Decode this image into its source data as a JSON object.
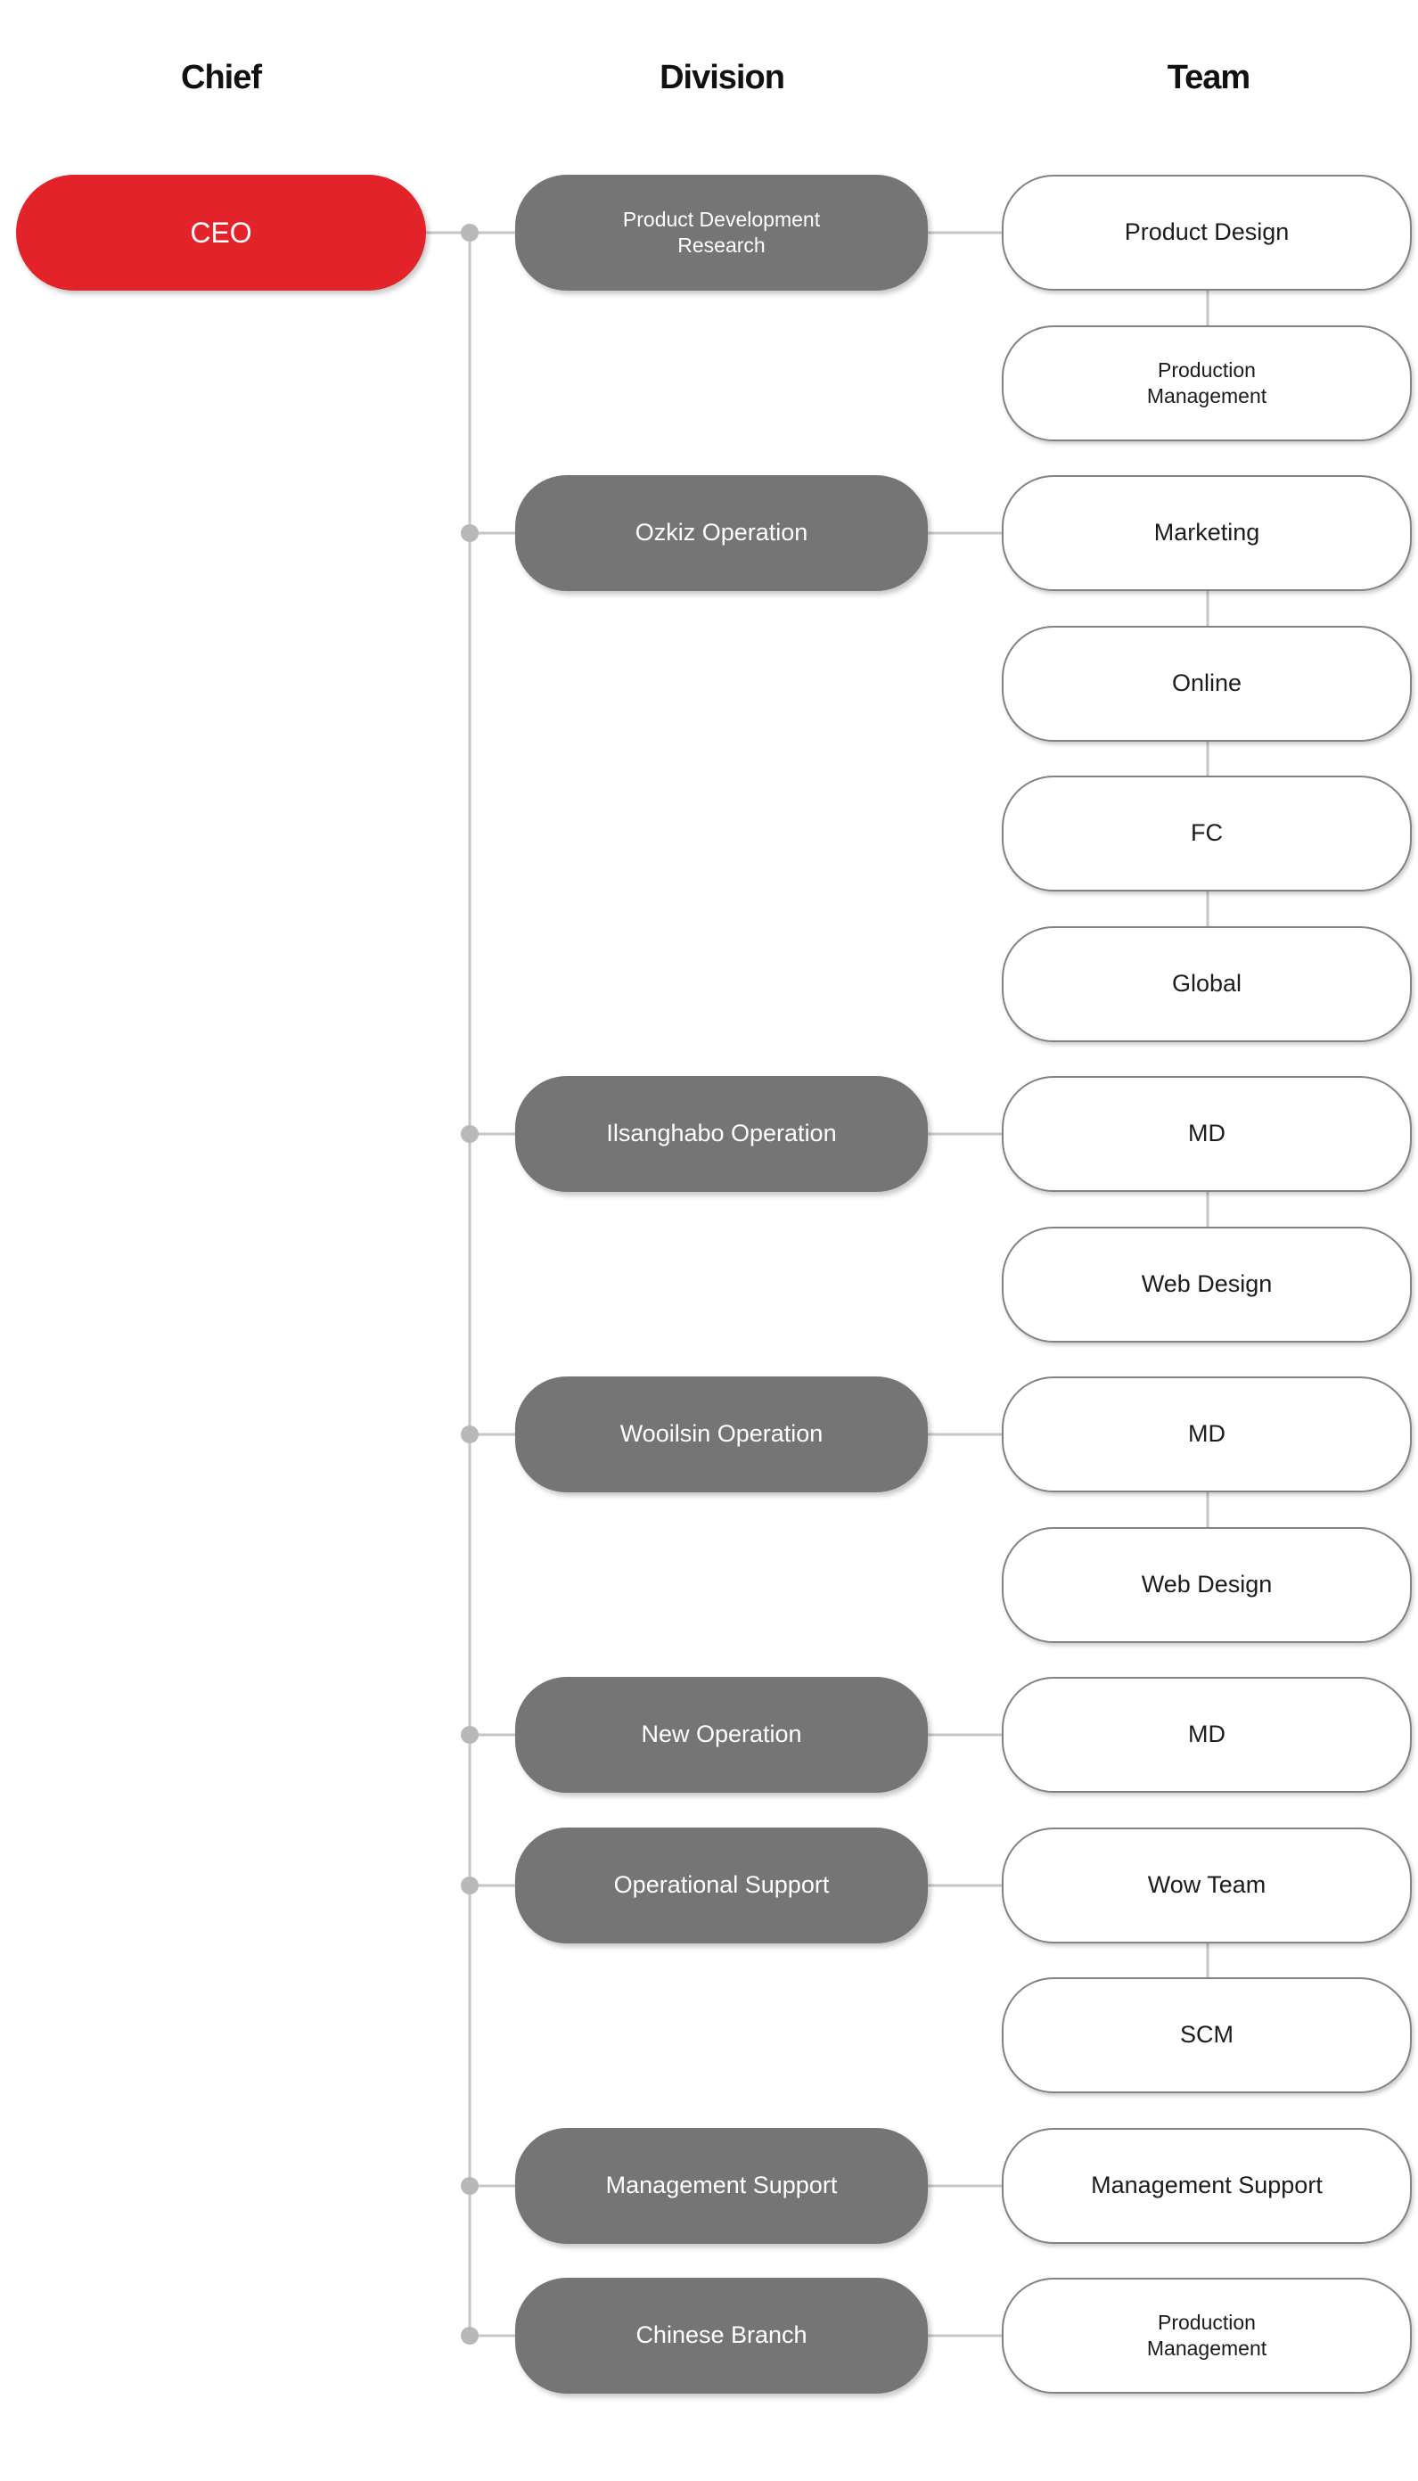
{
  "headers": {
    "chief": "Chief",
    "division": "Division",
    "team": "Team"
  },
  "chief": {
    "label": "CEO"
  },
  "divisions": [
    {
      "label": "Product Development\nResearch",
      "teams": [
        "Product Design",
        "Production\nManagement"
      ]
    },
    {
      "label": "Ozkiz Operation",
      "teams": [
        "Marketing",
        "Online",
        "FC",
        "Global"
      ]
    },
    {
      "label": "Ilsanghabo Operation",
      "teams": [
        "MD",
        "Web Design"
      ]
    },
    {
      "label": "Wooilsin Operation",
      "teams": [
        "MD",
        "Web Design"
      ]
    },
    {
      "label": "New Operation",
      "teams": [
        "MD"
      ]
    },
    {
      "label": "Operational Support",
      "teams": [
        "Wow Team",
        "SCM"
      ]
    },
    {
      "label": "Management Support",
      "teams": [
        "Management Support"
      ]
    },
    {
      "label": "Chinese Branch",
      "teams": [
        "Production\nManagement"
      ]
    }
  ],
  "colors": {
    "chief_fill": "#e2232a",
    "division_fill": "#757575",
    "team_border": "#828282",
    "connector_line": "#c6c6c6",
    "junction_dot": "#b8b8b8",
    "text_light": "#ffffff",
    "text_dark": "#1c1c1c"
  }
}
